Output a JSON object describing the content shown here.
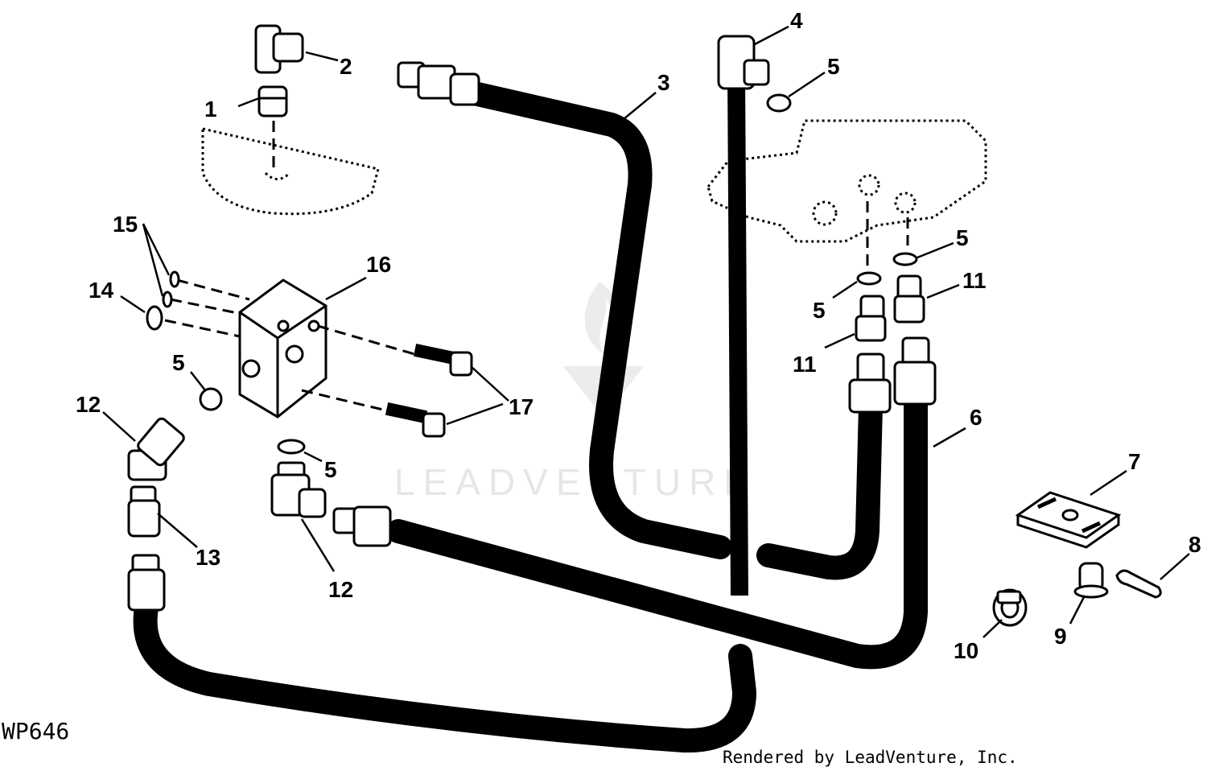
{
  "diagram_code": "WP646",
  "credit": "Rendered by LeadVenture, Inc.",
  "watermark": "LEADVENTURE",
  "callouts": {
    "c1": "1",
    "c2": "2",
    "c3": "3",
    "c4": "4",
    "c5a": "5",
    "c5b": "5",
    "c5c": "5",
    "c5d": "5",
    "c5e": "5",
    "c6": "6",
    "c7": "7",
    "c8": "8",
    "c9": "9",
    "c10": "10",
    "c11a": "11",
    "c11b": "11",
    "c12a": "12",
    "c12b": "12",
    "c13": "13",
    "c14": "14",
    "c15": "15",
    "c16": "16",
    "c17": "17"
  }
}
